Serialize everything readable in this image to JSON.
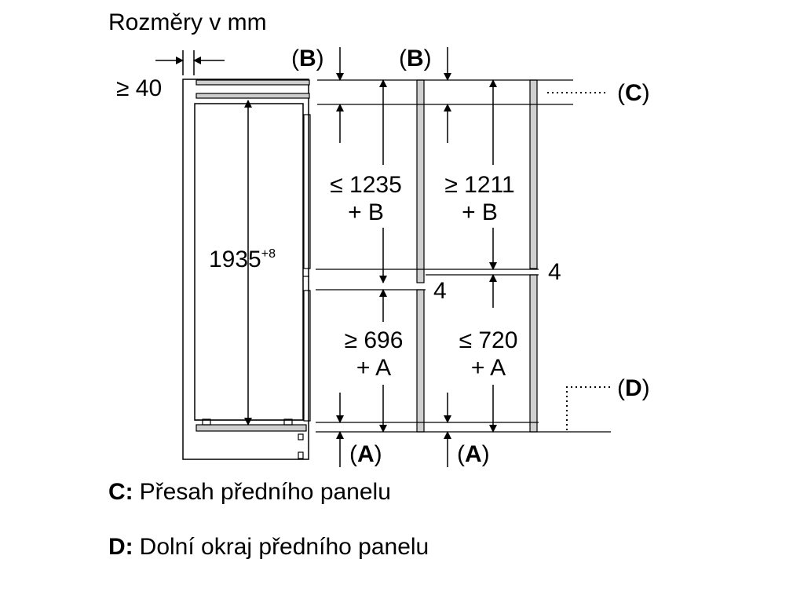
{
  "title": "Rozměry v mm",
  "labels": {
    "gap_top": "≥ 40",
    "height_total": "1935",
    "height_total_sup": "+8",
    "top_left_line1": "≤ 1235",
    "top_left_line2": "+ B",
    "top_right_line1": "≥ 1211",
    "top_right_line2": "+ B",
    "bottom_left_line1": "≥ 696",
    "bottom_left_line2": "+ A",
    "bottom_right_line1": "≤ 720",
    "bottom_right_line2": "+ A",
    "gap_mid_left": "4",
    "gap_mid_right": "4",
    "marker_b": "B",
    "marker_a": "A",
    "marker_c": "C",
    "marker_d": "D"
  },
  "legend": {
    "c_key": "C:",
    "c_text": "Přesah předního panelu",
    "d_key": "D:",
    "d_text": "Dolní okraj předního panelu"
  }
}
